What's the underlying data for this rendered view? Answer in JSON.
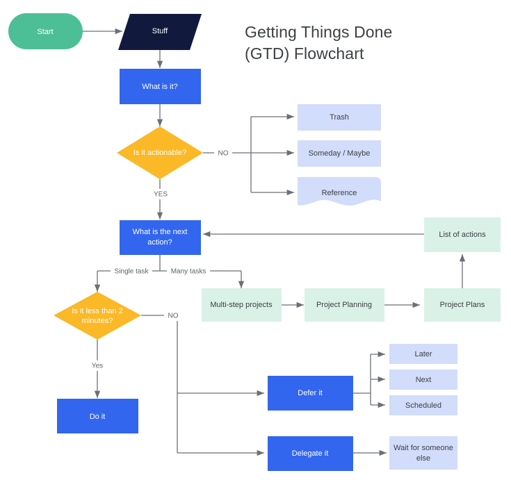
{
  "title": {
    "line1": "Getting Things Done",
    "line2": "(GTD) Flowchart"
  },
  "colors": {
    "green": "#4dbf96",
    "navy": "#111a3d",
    "blue": "#3366ee",
    "orange": "#fbb827",
    "light_blue": "#d2dcfb",
    "mint": "#daf1e8",
    "connector": "#6b6f76",
    "text_dark": "#3c4043",
    "text_light": "#ffffff",
    "background": "#ffffff"
  },
  "nodes": {
    "start": {
      "label": "Start",
      "shape": "stadium",
      "fill": "green"
    },
    "stuff": {
      "label": "Stuff",
      "shape": "parallelogram",
      "fill": "navy"
    },
    "what_is_it": {
      "label": "What is it?",
      "shape": "rect",
      "fill": "blue"
    },
    "is_actionable": {
      "label": "Is it actionable?",
      "shape": "diamond",
      "fill": "orange"
    },
    "trash": {
      "label": "Trash",
      "shape": "rect",
      "fill": "light_blue"
    },
    "someday_maybe": {
      "label": "Someday / Maybe",
      "shape": "rect",
      "fill": "light_blue"
    },
    "reference": {
      "label": "Reference",
      "shape": "document",
      "fill": "light_blue"
    },
    "next_action": {
      "label": "What is the next action?",
      "label_line1": "What is the next",
      "label_line2": "action?",
      "shape": "rect",
      "fill": "blue"
    },
    "list_of_actions": {
      "label": "List of actions",
      "shape": "rect",
      "fill": "mint"
    },
    "multi_step": {
      "label": "Multi-step projects",
      "shape": "rect",
      "fill": "mint"
    },
    "project_planning": {
      "label": "Project Planning",
      "shape": "rect",
      "fill": "mint"
    },
    "project_plans": {
      "label": "Project Plans",
      "shape": "rect",
      "fill": "mint"
    },
    "less_than_2min": {
      "label": "Is it less than 2 minutes?",
      "label_line1": "Is it less than 2",
      "label_line2": "minutes?",
      "shape": "diamond",
      "fill": "orange"
    },
    "do_it": {
      "label": "Do it",
      "shape": "rect",
      "fill": "blue"
    },
    "defer_it": {
      "label": "Defer it",
      "shape": "rect",
      "fill": "blue"
    },
    "delegate_it": {
      "label": "Delegate it",
      "shape": "rect",
      "fill": "blue"
    },
    "later": {
      "label": "Later",
      "shape": "rect",
      "fill": "light_blue"
    },
    "next": {
      "label": "Next",
      "shape": "rect",
      "fill": "light_blue"
    },
    "scheduled": {
      "label": "Scheduled",
      "shape": "rect",
      "fill": "light_blue"
    },
    "wait_for_someone": {
      "label": "Wait for someone else",
      "label_line1": "Wait for someone",
      "label_line2": "else",
      "shape": "rect",
      "fill": "light_blue"
    }
  },
  "edge_labels": {
    "no_actionable": "NO",
    "yes_actionable": "YES",
    "single_task": "Single task",
    "many_tasks": "Many tasks",
    "no_2min": "NO",
    "yes_2min": "Yes"
  }
}
